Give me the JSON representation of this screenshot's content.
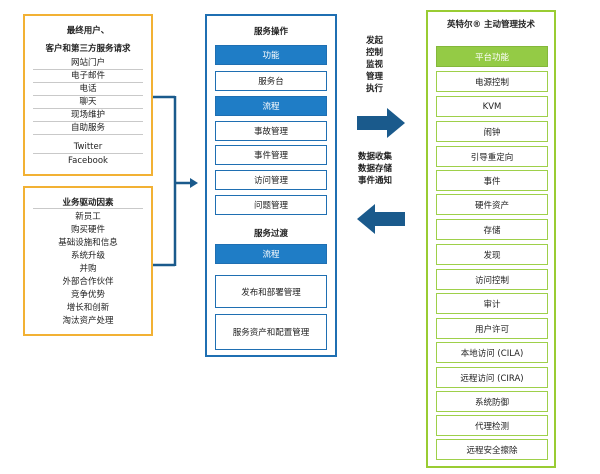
{
  "left_panel_top": {
    "title_line1": "最终用户、",
    "title_line2": "客户和第三方服务请求",
    "items": [
      "网站门户",
      "电子邮件",
      "电话",
      "聊天",
      "现场维护",
      "自助服务",
      "Twitter",
      "Facebook"
    ]
  },
  "left_panel_bottom": {
    "title": "业务驱动因素",
    "items": [
      "新员工",
      "购买硬件",
      "基础设施和信息",
      "系统升级",
      "并购",
      "外部合作伙伴",
      "竞争优势",
      "增长和创新",
      "淘汰资产处理"
    ]
  },
  "service_ops": {
    "title": "服务操作",
    "items": [
      "功能",
      "服务台",
      "流程",
      "事故管理",
      "事件管理",
      "访问管理",
      "问题管理"
    ],
    "transition_title": "服务过渡",
    "transition_items": [
      "流程",
      "发布和部署管理",
      "服务资产和配置管理"
    ]
  },
  "arrow_right_text": [
    "发起",
    "控制",
    "监视",
    "管理",
    "执行"
  ],
  "arrow_left_text": [
    "数据收集",
    "数据存储",
    "事件通知"
  ],
  "intel": {
    "title": "英特尔® 主动管理技术",
    "items": [
      "平台功能",
      "电源控制",
      "KVM",
      "闹钟",
      "引导重定向",
      "事件",
      "硬件资产",
      "存储",
      "发现",
      "访问控制",
      "审计",
      "用户许可",
      "本地访问 (CILA)",
      "远程访问 (CIRA)",
      "系统防御",
      "代理检测",
      "远程安全擦除"
    ]
  },
  "colors": {
    "orange": "#f2b134",
    "blue": "#1f6fb2",
    "blue_fill": "#1f7dc6",
    "green": "#99cc33",
    "green_fill": "#94cb45",
    "arrow": "#1a5a8c"
  }
}
